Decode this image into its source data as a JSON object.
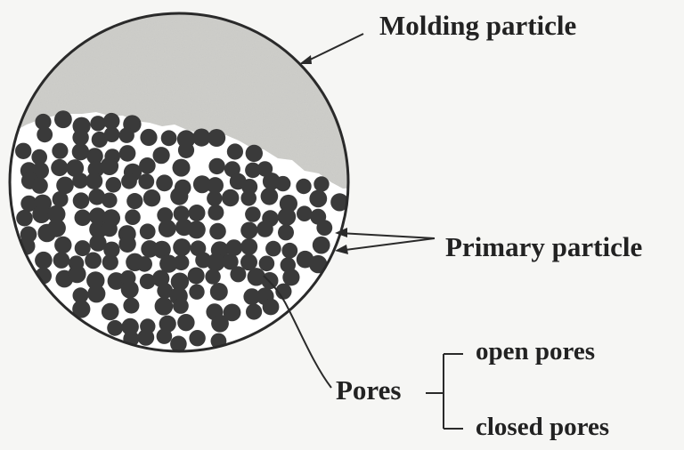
{
  "labels": {
    "molding_particle": "Molding particle",
    "primary_particle": "Primary particle",
    "pores": "Pores",
    "open_pores": "open pores",
    "closed_pores": "closed pores"
  },
  "colors": {
    "background": "#f6f6f4",
    "outline": "#2a2a2a",
    "molding_fill": "#cfcfcb",
    "particle_fill": "#3a3a3a",
    "pore_fill": "#ffffff"
  }
}
